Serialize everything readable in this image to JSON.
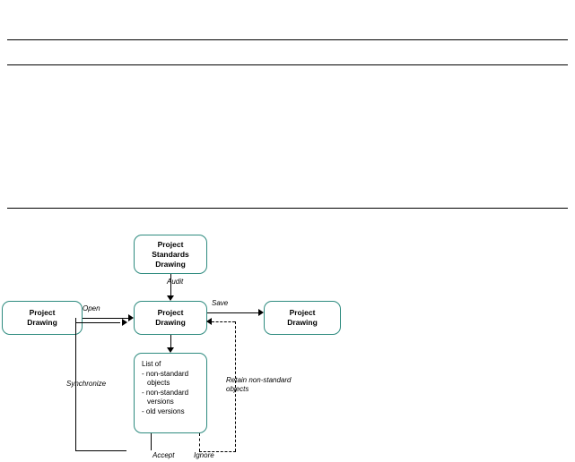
{
  "page": {
    "rules": [
      "rule-top",
      "rule-second",
      "rule-third"
    ]
  },
  "diagram": {
    "type": "flowchart",
    "nodes": [
      {
        "id": "project-standards-drawing",
        "lines": [
          "Project",
          "Standards",
          "Drawing"
        ]
      },
      {
        "id": "project-drawing-left",
        "lines": [
          "Project",
          "Drawing"
        ]
      },
      {
        "id": "project-drawing-center",
        "lines": [
          "Project",
          "Drawing"
        ]
      },
      {
        "id": "project-drawing-right",
        "lines": [
          "Project",
          "Drawing"
        ]
      },
      {
        "id": "list-of",
        "title": "List of",
        "items": [
          "- non-standard",
          "objects",
          "- non-standard",
          "versions",
          "- old versions"
        ]
      }
    ],
    "edge_labels": {
      "audit": "Audit",
      "open": "Open",
      "save": "Save",
      "synchronize": "Synchronize",
      "accept": "Accept",
      "ignore": "Ignore",
      "retain": "Retain non-standard",
      "retain2": "objects"
    },
    "colors": {
      "node_border": "#2e8b7f",
      "line": "#000000",
      "background": "#ffffff"
    }
  }
}
